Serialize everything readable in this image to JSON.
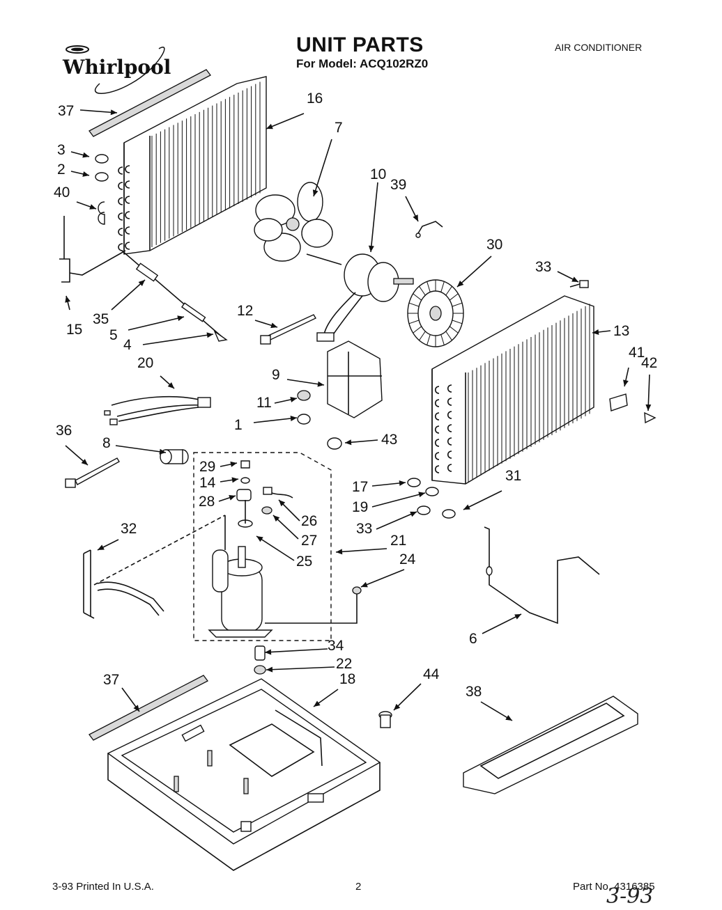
{
  "header": {
    "brand": "Whirlpool",
    "title": "UNIT PARTS",
    "model": "For Model: ACQ102RZ0",
    "category": "AIR CONDITIONER"
  },
  "footer": {
    "printed": "3-93 Printed In U.S.A.",
    "page": "2",
    "part_no": "Part No. 4316385",
    "handwritten": "3-93"
  },
  "callouts": [
    "37",
    "16",
    "3",
    "2",
    "7",
    "10",
    "39",
    "40",
    "30",
    "33",
    "15",
    "35",
    "5",
    "4",
    "12",
    "13",
    "41",
    "42",
    "20",
    "9",
    "11",
    "1",
    "43",
    "36",
    "8",
    "29",
    "14",
    "28",
    "17",
    "19",
    "31",
    "26",
    "33",
    "27",
    "25",
    "21",
    "24",
    "32",
    "6",
    "34",
    "22",
    "37",
    "18",
    "44",
    "38"
  ]
}
